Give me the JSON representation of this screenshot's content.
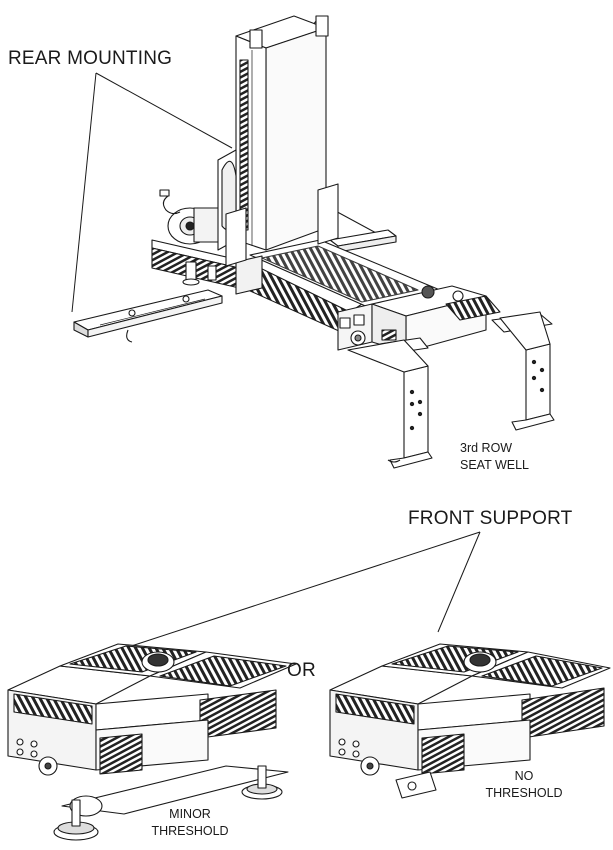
{
  "labels": {
    "rear_mounting": "REAR MOUNTING",
    "third_row_line1": "3rd ROW",
    "third_row_line2": "SEAT WELL",
    "front_support": "FRONT SUPPORT",
    "or": "OR",
    "minor_line1": "MINOR",
    "minor_line2": "THRESHOLD",
    "no_line1": "NO",
    "no_line2": "THRESHOLD"
  },
  "colors": {
    "line": "#1a1a1a",
    "rail_dark": "#2b2b2b",
    "paper": "#ffffff"
  }
}
